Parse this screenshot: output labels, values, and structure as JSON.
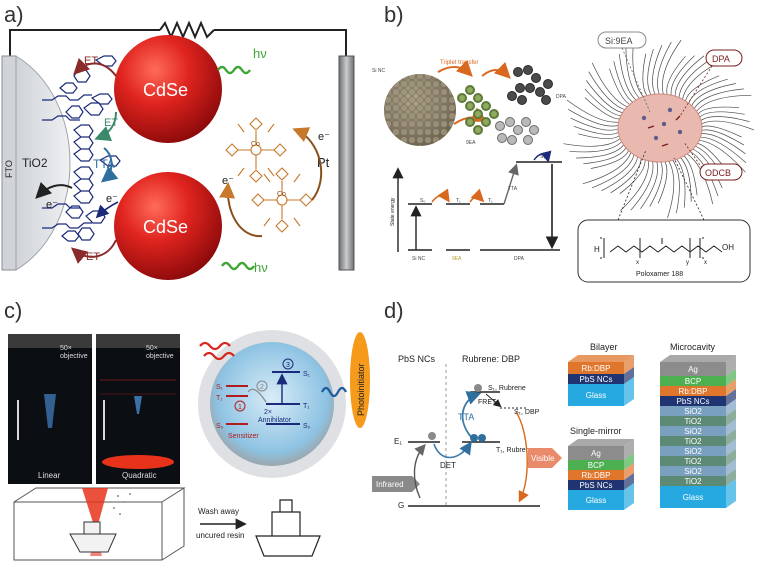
{
  "panels": [
    {
      "id": "a",
      "label": "a)"
    },
    {
      "id": "b",
      "label": "b)"
    },
    {
      "id": "c",
      "label": "c)"
    },
    {
      "id": "d",
      "label": "d)"
    }
  ],
  "panel_a": {
    "fto": "FTO",
    "tio2": "TiO2",
    "pt": "Pt",
    "cdse_top": "CdSe",
    "cdse_bottom": "CdSe",
    "hv_top": "hν",
    "hv_bottom": "hν",
    "et_top": "ET",
    "et_mid": "ET",
    "tta": "TTA",
    "et_bottom": "ET",
    "e_left": "e⁻",
    "e_mid": "e⁻",
    "e_co_left": "e⁻",
    "e_co_right": "e⁻",
    "co_top": "Co",
    "co_bottom": "Co"
  },
  "panel_b": {
    "si_nc": "Si NC",
    "triplet_transfer": "Triplet transfer",
    "dpa_mol": "DPA",
    "nea": "9EA",
    "state_energy": "State energy",
    "s0": "S₀",
    "t1a": "T₁",
    "t1b": "T₁",
    "tta": "TTA",
    "s1": "S₁",
    "x_si": "Si NC",
    "x_9ea": "9EA",
    "x_dpa": "DPA",
    "callout_si9ea": "Si:9EA",
    "callout_dpa": "DPA",
    "callout_odcb": "ODCB",
    "poloxamer": "Poloxamer 188",
    "formula_h": "H",
    "formula_oh": "OH",
    "sub_x1": "x",
    "sub_y": "y",
    "sub_x2": "x"
  },
  "panel_c": {
    "objective_1": "50×\nobjective",
    "objective_2": "50×\nobjective",
    "linear": "Linear",
    "quadratic": "Quadratic",
    "s1": "S₁",
    "t1": "T₁",
    "s0": "S₀",
    "sensitizer": "Sensitizer",
    "annihilator": "2×\nAnnihilator",
    "s1r": "S₁",
    "t1r": "T₁",
    "s0r": "S₀",
    "n1": "1",
    "n2": "2",
    "n3": "3",
    "photoinitiator": "Photoinitiator",
    "wash": "Wash away\nuncured resin"
  },
  "panel_d": {
    "pbs_ncs": "PbS NCs",
    "rubrene_dbp": "Rubrene: DBP",
    "s1_rubrene": "S₁, Rubrene",
    "fret": "FRET",
    "s1_dbp": "S₁, DBP",
    "tta": "TTA",
    "e1": "E₁",
    "t1_rubrene": "T₁, Rubrene",
    "det": "DET",
    "infrared": "Infrared",
    "visible": "Visible",
    "g": "G",
    "bilayer": "Bilayer",
    "bilayer_layers": [
      "Rb:DBP",
      "PbS NCs",
      "Glass"
    ],
    "single_mirror": "Single-mirror",
    "single_mirror_layers": [
      "Ag",
      "BCP",
      "Rb:DBP",
      "PbS NCs",
      "Glass"
    ],
    "microcavity": "Microcavity",
    "microcavity_layers": [
      "Ag",
      "BCP",
      "Rb:DBP",
      "PbS NCs",
      "SiO2",
      "TiO2",
      "SiO2",
      "TiO2",
      "SiO2",
      "TiO2",
      "SiO2",
      "TiO2",
      "Glass"
    ]
  },
  "colors": {
    "cdse_red": "#d71920",
    "et_brown": "#8b2a2a",
    "tta_blue": "#2e6f9e",
    "hv_green": "#3fa535",
    "co_orange": "#c8782a",
    "mol_navy": "#1b2a7a",
    "cancer_orange": "#c8651f",
    "glass_blue": "#25a9e0"
  }
}
